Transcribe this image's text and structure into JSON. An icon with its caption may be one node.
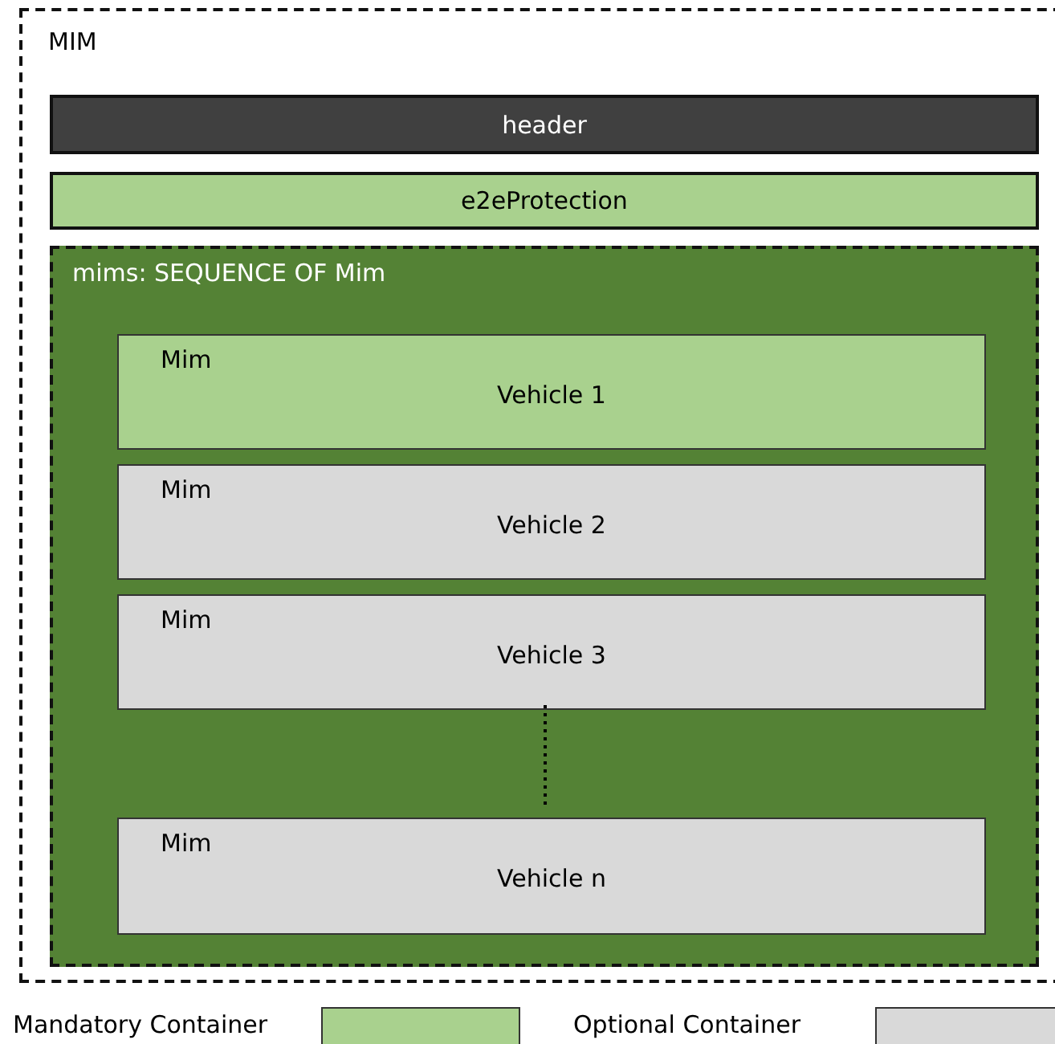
{
  "diagram": {
    "nodes": [
      {
        "text": [
          "MIM"
        ]
      },
      {
        "text": [
          "header"
        ],
        "in": 0
      },
      {
        "text": [
          "e2eProtection"
        ],
        "in": 0
      },
      {
        "text": [
          "mims: SEQUENCE OF Mim"
        ],
        "in": 0
      },
      {
        "text": [
          "Mim",
          "Vehicle 1"
        ],
        "in": 3
      },
      {
        "text": [
          "Mim",
          "Vehicle 2"
        ],
        "in": 3
      },
      {
        "text": [
          "Mim",
          "Vehicle 3"
        ],
        "in": 3
      },
      {
        "text": [
          "Mim",
          "Vehicle n"
        ],
        "in": 3
      }
    ],
    "edges": [
      {
        "from": 6,
        "to": 7,
        "arrow": "none",
        "style": "dashed"
      }
    ],
    "legend": [
      {
        "text": "Mandatory Container",
        "color": "#a9d18e"
      },
      {
        "text": "Optional Container",
        "color": "#d9d9d9"
      }
    ]
  }
}
